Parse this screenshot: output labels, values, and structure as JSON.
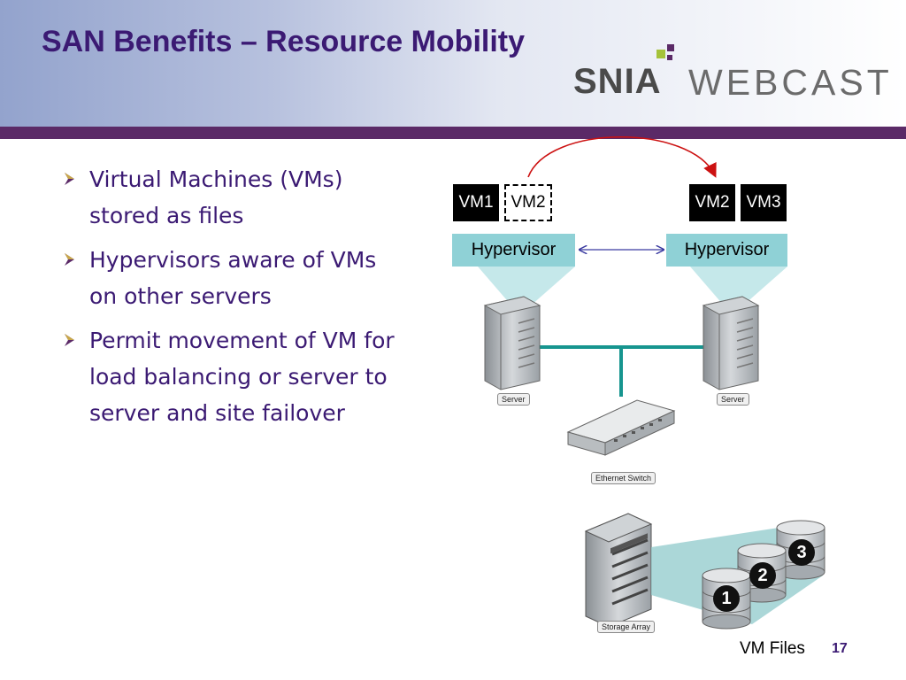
{
  "slide": {
    "title": "SAN Benefits – Resource Mobility",
    "page_number": "17"
  },
  "logo": {
    "snia": "SNIA",
    "webcast": "WEBCAST"
  },
  "bullets": [
    {
      "line1": "Virtual Machines (VMs)",
      "line2": "stored as files"
    },
    {
      "line1": "Hypervisors aware of VMs",
      "line2": "on other servers"
    },
    {
      "line1": "Permit movement of VM for",
      "line2": "load balancing or server to",
      "line3": "server and site failover"
    }
  ],
  "diagram": {
    "left_vms": [
      "VM1",
      "VM2"
    ],
    "right_vms": [
      "VM2",
      "VM3"
    ],
    "hypervisor_label": "Hypervisor",
    "server_caption": "Server",
    "switch_caption": "Ethernet Switch",
    "storage_caption": "Storage Array",
    "disks": [
      "1",
      "2",
      "3"
    ],
    "vm_files_label": "VM Files"
  },
  "colors": {
    "title": "#3b1a73",
    "rule": "#5b2a67",
    "hypervisor": "#8fd1d6",
    "network": "#16958f",
    "arrow": "#cc1111",
    "logo_green": "#a5c23a",
    "logo_purple": "#5b2a67"
  }
}
